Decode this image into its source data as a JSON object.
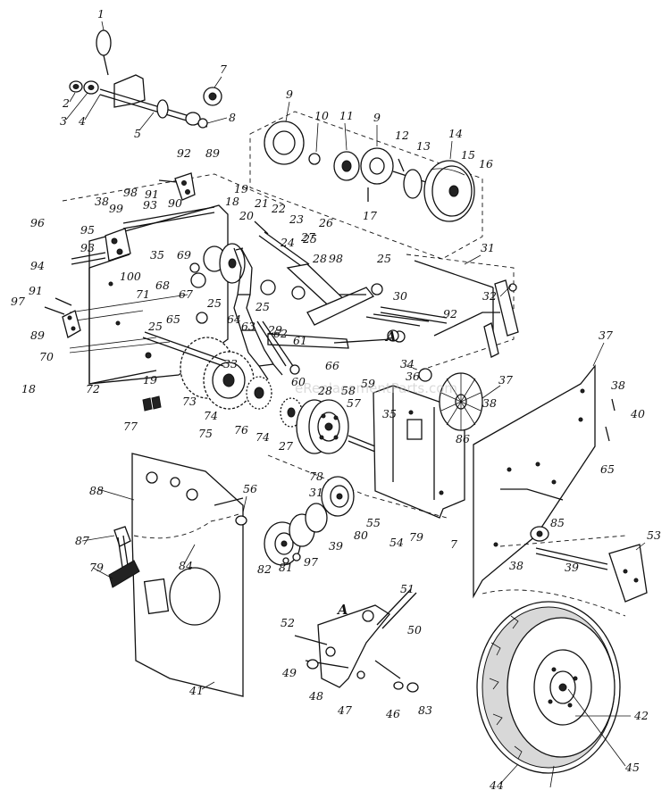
{
  "diagram": {
    "watermark": "eReplacementParts.com",
    "section_marker": "A",
    "callouts": [
      {
        "id": "c1",
        "text": "1"
      },
      {
        "id": "c2",
        "text": "2"
      },
      {
        "id": "c3",
        "text": "3"
      },
      {
        "id": "c4",
        "text": "4"
      },
      {
        "id": "c5",
        "text": "5"
      },
      {
        "id": "c7a",
        "text": "7"
      },
      {
        "id": "c8",
        "text": "8"
      },
      {
        "id": "c9a",
        "text": "9"
      },
      {
        "id": "c10",
        "text": "10"
      },
      {
        "id": "c11",
        "text": "11"
      },
      {
        "id": "c9b",
        "text": "9"
      },
      {
        "id": "c12",
        "text": "12"
      },
      {
        "id": "c13",
        "text": "13"
      },
      {
        "id": "c14",
        "text": "14"
      },
      {
        "id": "c15",
        "text": "15"
      },
      {
        "id": "c16",
        "text": "16"
      },
      {
        "id": "c17",
        "text": "17"
      },
      {
        "id": "c92a",
        "text": "92"
      },
      {
        "id": "c89a",
        "text": "89"
      },
      {
        "id": "c91a",
        "text": "91"
      },
      {
        "id": "c90",
        "text": "90"
      },
      {
        "id": "c93a",
        "text": "93"
      },
      {
        "id": "c98a",
        "text": "98"
      },
      {
        "id": "c38a",
        "text": "38"
      },
      {
        "id": "c99",
        "text": "99"
      },
      {
        "id": "c18a",
        "text": "18"
      },
      {
        "id": "c19a",
        "text": "19"
      },
      {
        "id": "c20",
        "text": "20"
      },
      {
        "id": "c21",
        "text": "21"
      },
      {
        "id": "c22",
        "text": "22"
      },
      {
        "id": "c23",
        "text": "23"
      },
      {
        "id": "c24",
        "text": "24"
      },
      {
        "id": "c25a",
        "text": "25"
      },
      {
        "id": "c26",
        "text": "26"
      },
      {
        "id": "c27",
        "text": "27"
      },
      {
        "id": "c28a",
        "text": "28"
      },
      {
        "id": "c98b",
        "text": "98"
      },
      {
        "id": "c96",
        "text": "96"
      },
      {
        "id": "c95",
        "text": "95"
      },
      {
        "id": "c93b",
        "text": "93"
      },
      {
        "id": "c94",
        "text": "94"
      },
      {
        "id": "c100",
        "text": "100"
      },
      {
        "id": "c35a",
        "text": "35"
      },
      {
        "id": "c69",
        "text": "69"
      },
      {
        "id": "c68",
        "text": "68"
      },
      {
        "id": "c67",
        "text": "67"
      },
      {
        "id": "c25b",
        "text": "25"
      },
      {
        "id": "c65a",
        "text": "65"
      },
      {
        "id": "c64",
        "text": "64"
      },
      {
        "id": "c63",
        "text": "63"
      },
      {
        "id": "c25c",
        "text": "25"
      },
      {
        "id": "c29",
        "text": "29"
      },
      {
        "id": "c25d",
        "text": "25"
      },
      {
        "id": "c30",
        "text": "30"
      },
      {
        "id": "c31a",
        "text": "31"
      },
      {
        "id": "c32",
        "text": "32"
      },
      {
        "id": "c92b",
        "text": "92"
      },
      {
        "id": "c91b",
        "text": "91"
      },
      {
        "id": "c97a",
        "text": "97"
      },
      {
        "id": "c89b",
        "text": "89"
      },
      {
        "id": "c70",
        "text": "70"
      },
      {
        "id": "c71",
        "text": "71"
      },
      {
        "id": "c25e",
        "text": "25"
      },
      {
        "id": "c62",
        "text": "62"
      },
      {
        "id": "c61",
        "text": "61"
      },
      {
        "id": "c66",
        "text": "66"
      },
      {
        "id": "c33",
        "text": "33"
      },
      {
        "id": "c34",
        "text": "34"
      },
      {
        "id": "c36",
        "text": "36"
      },
      {
        "id": "c37a",
        "text": "37"
      },
      {
        "id": "c37b",
        "text": "37"
      },
      {
        "id": "c18b",
        "text": "18"
      },
      {
        "id": "c19b",
        "text": "19"
      },
      {
        "id": "c72",
        "text": "72"
      },
      {
        "id": "c73",
        "text": "73"
      },
      {
        "id": "c74a",
        "text": "74"
      },
      {
        "id": "c75",
        "text": "75"
      },
      {
        "id": "c76",
        "text": "76"
      },
      {
        "id": "c74b",
        "text": "74"
      },
      {
        "id": "c27b",
        "text": "27"
      },
      {
        "id": "c60",
        "text": "60"
      },
      {
        "id": "c28b",
        "text": "28"
      },
      {
        "id": "c58",
        "text": "58"
      },
      {
        "id": "c59",
        "text": "59"
      },
      {
        "id": "c57",
        "text": "57"
      },
      {
        "id": "c35b",
        "text": "35"
      },
      {
        "id": "c38b",
        "text": "38"
      },
      {
        "id": "c38c",
        "text": "38"
      },
      {
        "id": "c40",
        "text": "40"
      },
      {
        "id": "c65b",
        "text": "65"
      },
      {
        "id": "c77",
        "text": "77"
      },
      {
        "id": "c78",
        "text": "78"
      },
      {
        "id": "c31b",
        "text": "31"
      },
      {
        "id": "c86",
        "text": "86"
      },
      {
        "id": "c88",
        "text": "88"
      },
      {
        "id": "c56",
        "text": "56"
      },
      {
        "id": "c55",
        "text": "55"
      },
      {
        "id": "c54",
        "text": "54"
      },
      {
        "id": "c79a",
        "text": "79"
      },
      {
        "id": "c80",
        "text": "80"
      },
      {
        "id": "c39a",
        "text": "39"
      },
      {
        "id": "c7b",
        "text": "7"
      },
      {
        "id": "c85",
        "text": "85"
      },
      {
        "id": "c87",
        "text": "87"
      },
      {
        "id": "c84",
        "text": "84"
      },
      {
        "id": "c79b",
        "text": "79"
      },
      {
        "id": "c82",
        "text": "82"
      },
      {
        "id": "c81",
        "text": "81"
      },
      {
        "id": "c97b",
        "text": "97"
      },
      {
        "id": "c38d",
        "text": "38"
      },
      {
        "id": "c39b",
        "text": "39"
      },
      {
        "id": "c53",
        "text": "53"
      },
      {
        "id": "c51",
        "text": "51"
      },
      {
        "id": "c52",
        "text": "52"
      },
      {
        "id": "c50",
        "text": "50"
      },
      {
        "id": "c49",
        "text": "49"
      },
      {
        "id": "c48",
        "text": "48"
      },
      {
        "id": "c47",
        "text": "47"
      },
      {
        "id": "c46",
        "text": "46"
      },
      {
        "id": "c83",
        "text": "83"
      },
      {
        "id": "c41",
        "text": "41"
      },
      {
        "id": "c42",
        "text": "42"
      },
      {
        "id": "c45",
        "text": "45"
      },
      {
        "id": "c44",
        "text": "44"
      }
    ]
  }
}
